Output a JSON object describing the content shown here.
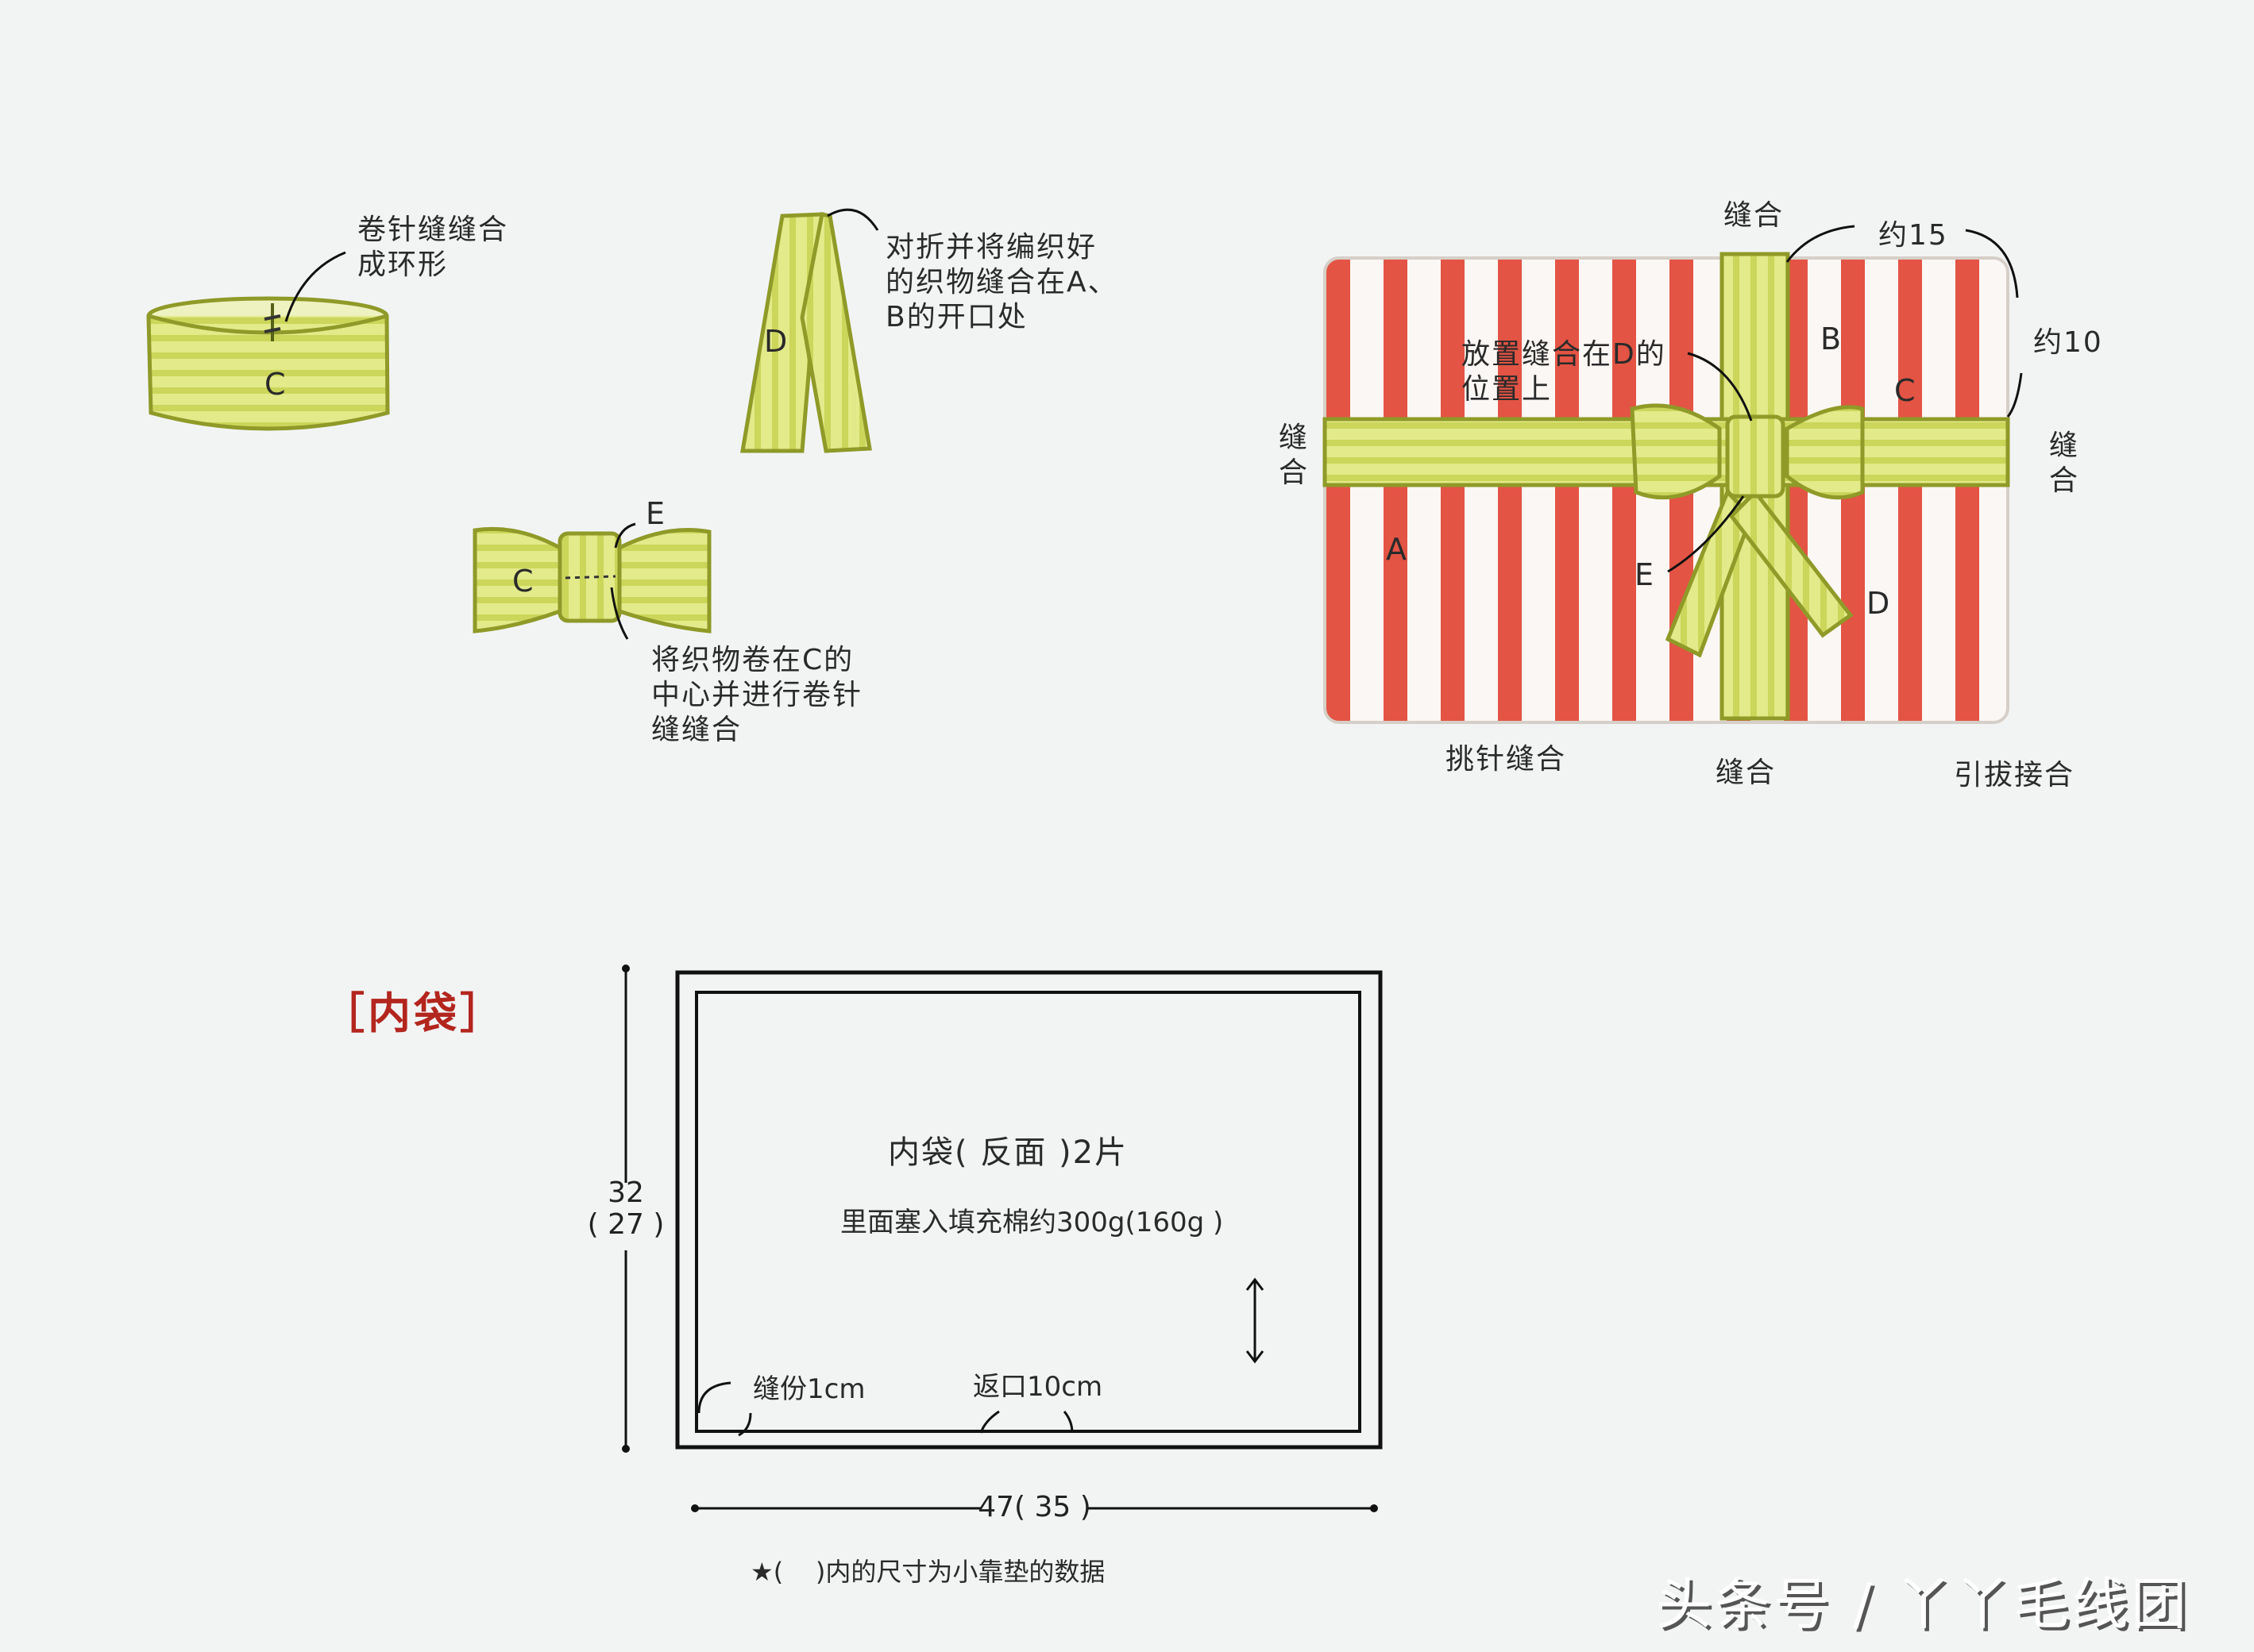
{
  "colors": {
    "background": "#f2f4f4",
    "ribbon_fill": "#d6e06a",
    "ribbon_outline": "#8f9a28",
    "stripe_red": "#e04a3a",
    "title_red": "#b3261e",
    "line": "#222222"
  },
  "step1": {
    "label": "卷针缝缝合\n成环形",
    "part": "C"
  },
  "step2": {
    "label": "对折并将编织好\n的织物缝合在A、\nB的开口处",
    "part": "D"
  },
  "step3": {
    "part_c": "C",
    "part_e": "E",
    "label": "将织物卷在C的\n中心并进行卷针\n缝缝合"
  },
  "gift": {
    "top_seam": "缝合",
    "approx_width": "约15",
    "approx_height": "约10",
    "left_seam": "缝\n合",
    "right_seam": "缝\n合",
    "bottom_seam": "缝合",
    "place_label": "放置缝合在D的\n位置上",
    "parts": {
      "a": "A",
      "b": "B",
      "c": "C",
      "d": "D",
      "e": "E"
    },
    "bottom_left_label": "挑针缝合",
    "bottom_right_label": "引拔接合"
  },
  "inner_bag": {
    "title": "［内袋］",
    "piece_label": "内袋( 反面 )2片",
    "fill_note": "里面塞入填充棉约300g(160g )",
    "seam_allowance": "缝份1cm",
    "opening": "返口10cm",
    "height": "32",
    "height_small": "( 27 )",
    "width": "47( 35 )",
    "footnote": "★(    )内的尺寸为小靠垫的数据"
  },
  "watermark": "头条号 / 丫丫毛线团"
}
